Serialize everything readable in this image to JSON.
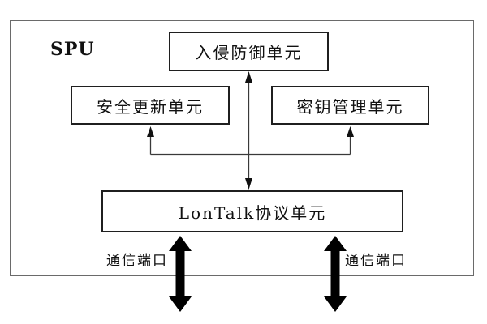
{
  "diagram": {
    "system_label": "SPU",
    "nodes": [
      {
        "id": "intrusion-prevention-unit",
        "label": "入侵防御单元"
      },
      {
        "id": "security-update-unit",
        "label": "安全更新单元"
      },
      {
        "id": "key-management-unit",
        "label": "密钥管理单元"
      },
      {
        "id": "lontalk-protocol-unit",
        "label": "LonTalk协议单元"
      }
    ],
    "port_labels": {
      "left": "通信端口",
      "right": "通信端口"
    },
    "connections": [
      {
        "from": "lontalk-protocol-unit",
        "to": "intrusion-prevention-unit",
        "style": "thin",
        "heads": "both"
      },
      {
        "from": "lontalk-protocol-unit",
        "to": "security-update-unit",
        "style": "thin",
        "heads": "end"
      },
      {
        "from": "lontalk-protocol-unit",
        "to": "key-management-unit",
        "style": "thin",
        "heads": "end"
      },
      {
        "from": "lontalk-protocol-unit",
        "to": "external-port-left",
        "style": "thick",
        "heads": "both"
      },
      {
        "from": "lontalk-protocol-unit",
        "to": "external-port-right",
        "style": "thick",
        "heads": "both"
      }
    ],
    "colors": {
      "background": "#ffffff",
      "outer_border": "#6a6a6a",
      "node_border": "#1f1f1f",
      "thin_line": "#3a3a3a",
      "arrow_fill": "#111111",
      "thick_arrow": "#000000",
      "text": "#111111"
    }
  }
}
